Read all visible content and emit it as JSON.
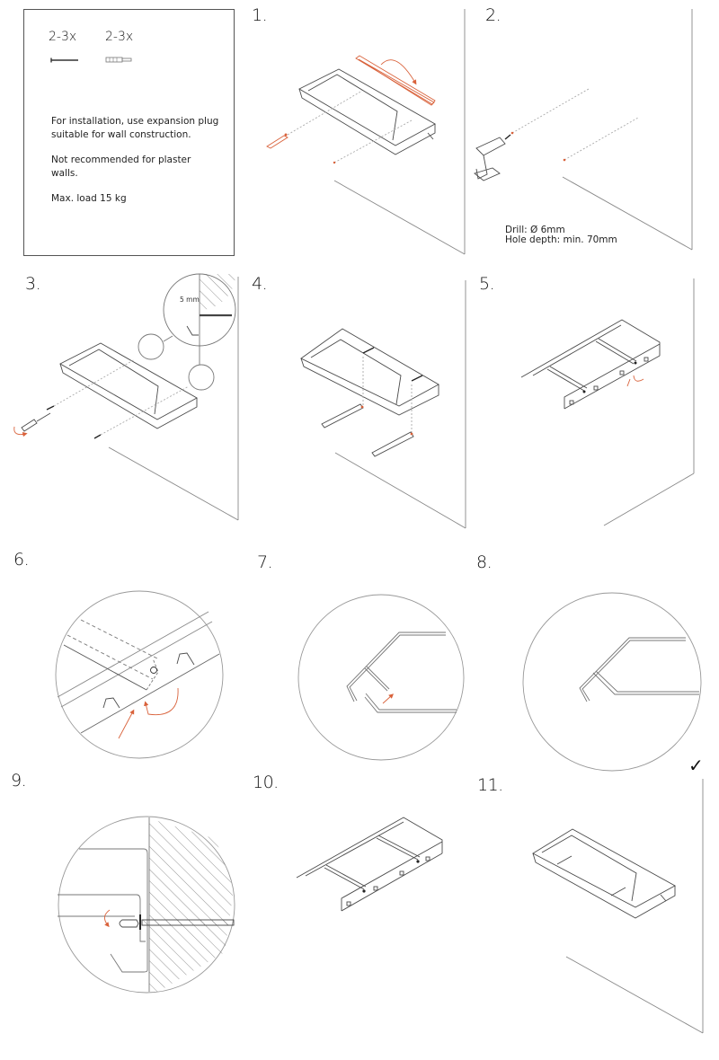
{
  "document": {
    "type": "assembly-instructions",
    "accent_color": "#d9623b",
    "line_color": "#4a4a4a"
  },
  "parts": {
    "items": [
      {
        "quantity": "2-3x",
        "icon": "screw-icon"
      },
      {
        "quantity": "2-3x",
        "icon": "wall-plug-icon"
      }
    ]
  },
  "notes": {
    "installation": "For installation, use expansion plug suitable for wall construction.",
    "plaster": "Not recommended for plaster walls.",
    "load": "Max. load 15 kg"
  },
  "steps": [
    {
      "number": "1.",
      "illustration": "mark-holes-with-level"
    },
    {
      "number": "2.",
      "illustration": "drill-holes",
      "spec_drill": "Drill:  Ø 6mm",
      "spec_depth": "Hole depth: min. 70mm"
    },
    {
      "number": "3.",
      "illustration": "insert-plugs-and-screws",
      "callout": "5 mm"
    },
    {
      "number": "4.",
      "illustration": "attach-brackets"
    },
    {
      "number": "5.",
      "illustration": "hang-frame"
    },
    {
      "number": "6.",
      "illustration": "detail-hook-engage"
    },
    {
      "number": "7.",
      "illustration": "detail-hook-before"
    },
    {
      "number": "8.",
      "illustration": "detail-hook-after"
    },
    {
      "number": "9.",
      "illustration": "detail-tighten-screw"
    },
    {
      "number": "10.",
      "illustration": "frame-mounted"
    },
    {
      "number": "11.",
      "illustration": "shelf-complete"
    }
  ],
  "completion_mark": "✓"
}
